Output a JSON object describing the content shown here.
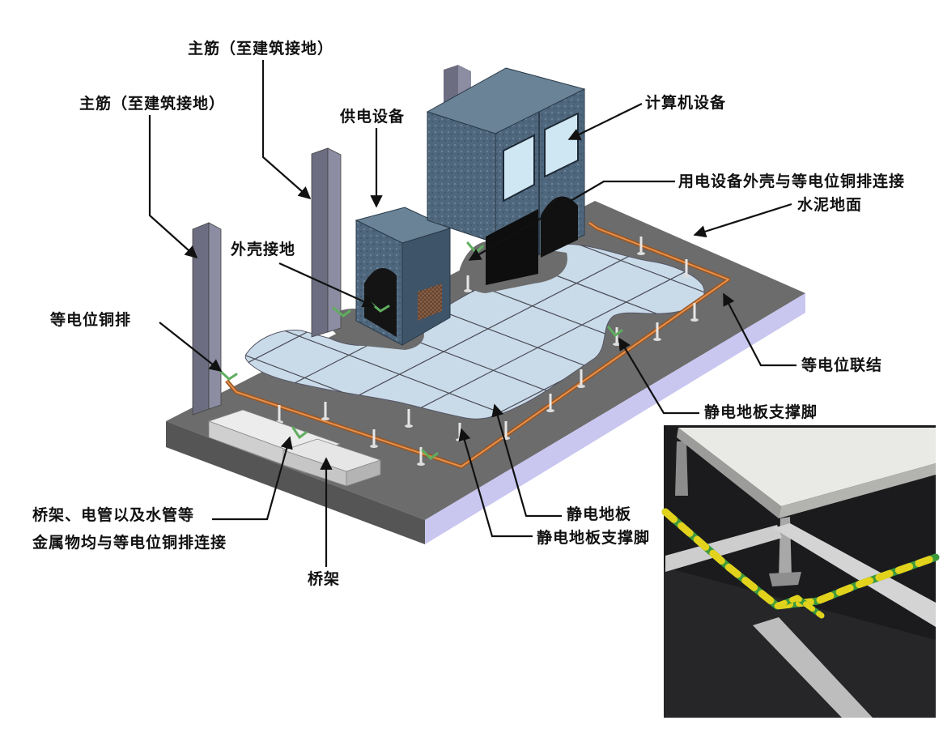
{
  "labels": {
    "main_rebar_1": "主筋（至建筑接地）",
    "main_rebar_2": "主筋（至建筑接地）",
    "power_equipment": "供电设备",
    "computer_equipment": "计算机设备",
    "enclosure_bonding": "用电设备外壳与等电位铜排连接",
    "concrete_floor": "水泥地面",
    "enclosure_grounding": "外壳接地",
    "equipotential_busbar": "等电位铜排",
    "equipotential_bonding": "等电位联结",
    "floor_support_1": "静电地板支撑脚",
    "antistatic_floor": "静电地板",
    "floor_support_2": "静电地板支撑脚",
    "tray_note_line1": "桥架、电管以及水管等",
    "tray_note_line2": "金属物均与等电位铜排连接",
    "cable_tray": "桥架"
  },
  "colors": {
    "copper_busbar": "#c8742a",
    "floor_tiles": "#c9dbe9",
    "concrete_slab": "#6c6c6c",
    "ground_wire": "#e2d21c",
    "ground_wire_stripe": "#3c9a3c"
  }
}
